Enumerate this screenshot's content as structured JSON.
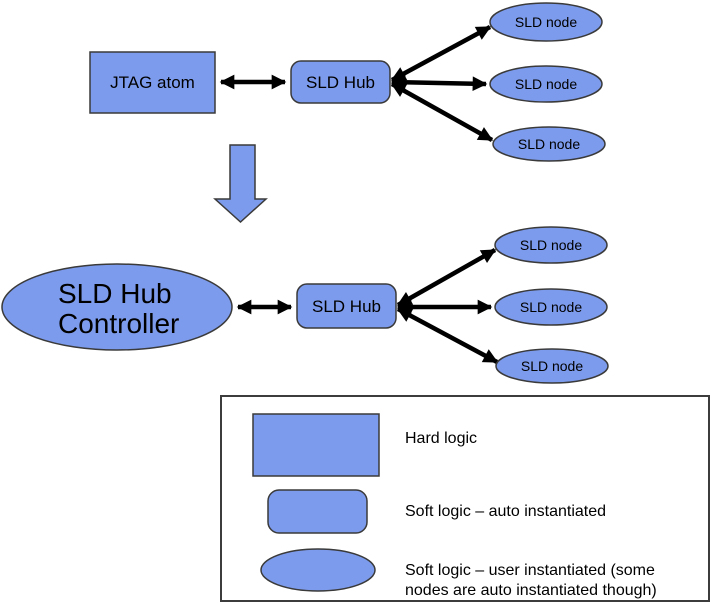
{
  "colors": {
    "shape_fill": "#7D9BEC",
    "shape_stroke": "#3A3A3A",
    "connector": "#000000",
    "legend_border": "#3C3C3C",
    "background": "#FFFFFF",
    "text": "#000000"
  },
  "diagram": {
    "before": {
      "jtag_atom_label": "JTAG atom",
      "hub_label": "SLD Hub",
      "node_labels": [
        "SLD node",
        "SLD node",
        "SLD node"
      ]
    },
    "transition": {
      "symbol": "big-down-arrow"
    },
    "after": {
      "controller_label_line1": "SLD Hub",
      "controller_label_line2": "Controller",
      "hub_label": "SLD Hub",
      "node_labels": [
        "SLD node",
        "SLD node",
        "SLD node"
      ]
    }
  },
  "legend": {
    "items": [
      {
        "shape": "rectangle",
        "label": "Hard logic"
      },
      {
        "shape": "rounded-rectangle",
        "label": "Soft logic – auto instantiated"
      },
      {
        "shape": "ellipse",
        "label_line1": "Soft logic – user instantiated (some",
        "label_line2": "nodes are auto instantiated though)"
      }
    ]
  }
}
